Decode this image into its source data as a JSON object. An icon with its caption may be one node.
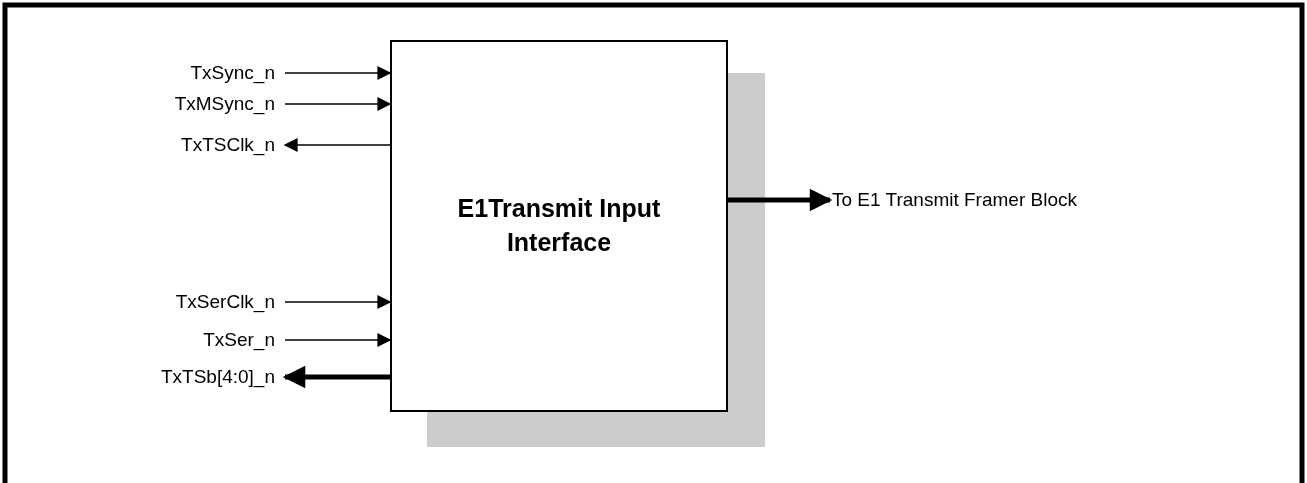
{
  "diagram": {
    "nodes": [
      {
        "text": [
          "E1Transmit Input Interface"
        ]
      },
      {
        "text": [
          "TxSync_n"
        ]
      },
      {
        "text": [
          "TxMSync_n"
        ]
      },
      {
        "text": [
          "TxTSClk_n"
        ]
      },
      {
        "text": [
          "TxSerClk_n"
        ]
      },
      {
        "text": [
          "TxSer_n"
        ]
      },
      {
        "text": [
          "TxTSb[4:0]_n"
        ]
      },
      {
        "text": [
          "To E1 Transmit Framer Block"
        ]
      }
    ],
    "edges": [
      {
        "from": 1,
        "to": 0,
        "arrow": "to"
      },
      {
        "from": 2,
        "to": 0,
        "arrow": "to"
      },
      {
        "from": 0,
        "to": 3,
        "arrow": "to"
      },
      {
        "from": 4,
        "to": 0,
        "arrow": "to"
      },
      {
        "from": 5,
        "to": 0,
        "arrow": "to"
      },
      {
        "from": 0,
        "to": 6,
        "arrow": "to",
        "style": "thick"
      },
      {
        "from": 0,
        "to": 7,
        "arrow": "to",
        "style": "thick"
      }
    ]
  }
}
